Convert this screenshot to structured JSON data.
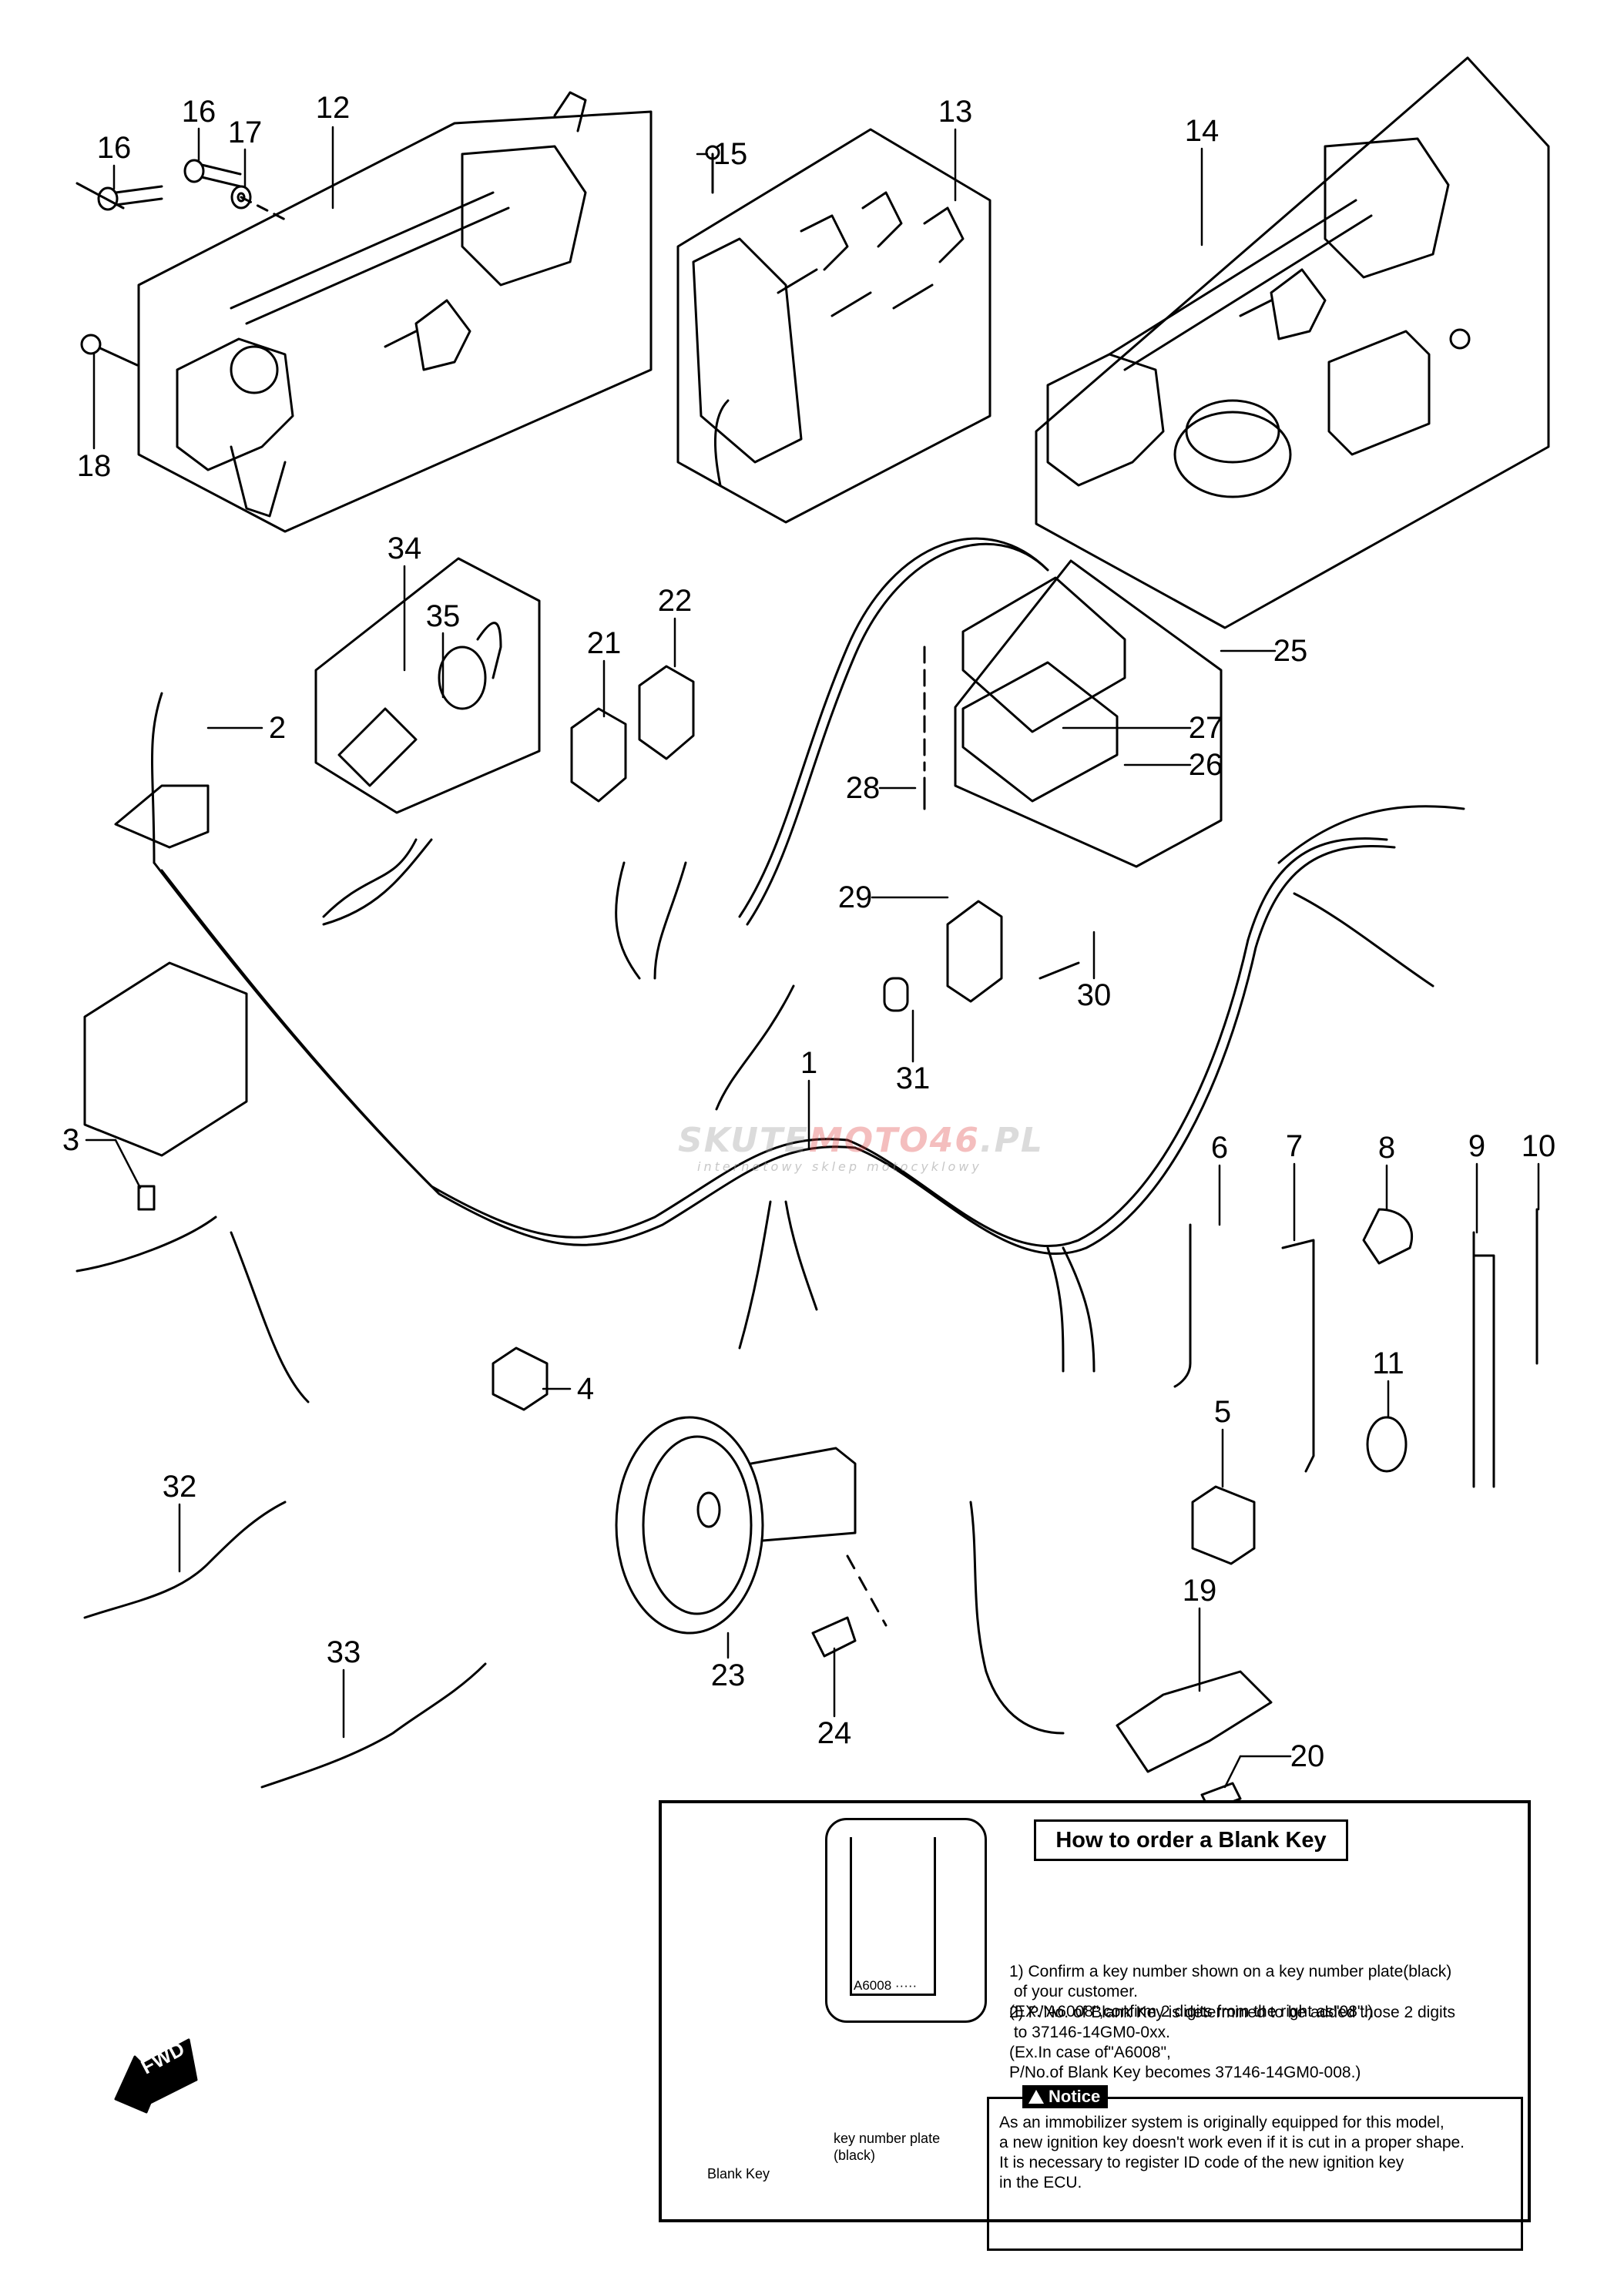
{
  "diagram": {
    "title": "Wiring harness / lock set exploded parts diagram",
    "callouts": [
      {
        "id": "1",
        "label": "1"
      },
      {
        "id": "2",
        "label": "2"
      },
      {
        "id": "3",
        "label": "3"
      },
      {
        "id": "4",
        "label": "4"
      },
      {
        "id": "5",
        "label": "5"
      },
      {
        "id": "6",
        "label": "6"
      },
      {
        "id": "7",
        "label": "7"
      },
      {
        "id": "8",
        "label": "8"
      },
      {
        "id": "9",
        "label": "9"
      },
      {
        "id": "10",
        "label": "10"
      },
      {
        "id": "11",
        "label": "11"
      },
      {
        "id": "12",
        "label": "12"
      },
      {
        "id": "13",
        "label": "13"
      },
      {
        "id": "14",
        "label": "14"
      },
      {
        "id": "15",
        "label": "15"
      },
      {
        "id": "16a",
        "label": "16"
      },
      {
        "id": "16b",
        "label": "16"
      },
      {
        "id": "17",
        "label": "17"
      },
      {
        "id": "18",
        "label": "18"
      },
      {
        "id": "19",
        "label": "19"
      },
      {
        "id": "20",
        "label": "20"
      },
      {
        "id": "21",
        "label": "21"
      },
      {
        "id": "22",
        "label": "22"
      },
      {
        "id": "23",
        "label": "23"
      },
      {
        "id": "24",
        "label": "24"
      },
      {
        "id": "25",
        "label": "25"
      },
      {
        "id": "26",
        "label": "26"
      },
      {
        "id": "27",
        "label": "27"
      },
      {
        "id": "28",
        "label": "28"
      },
      {
        "id": "29",
        "label": "29"
      },
      {
        "id": "30",
        "label": "30"
      },
      {
        "id": "31",
        "label": "31"
      },
      {
        "id": "32",
        "label": "32"
      },
      {
        "id": "33",
        "label": "33"
      },
      {
        "id": "34",
        "label": "34"
      },
      {
        "id": "35",
        "label": "35"
      }
    ],
    "direction_marker": "FWD",
    "watermark": {
      "brand_a": "SKUTE",
      "brand_b": "MOTO46",
      "brand_c": ".PL",
      "tagline": "internetowy sklep motocyklowy"
    }
  },
  "blank_key_box": {
    "title": "How to order a Blank Key",
    "plate_text": "A6008 ·····",
    "label_blank_key": "Blank Key",
    "label_key_plate": "key number plate\n(black)",
    "step1": "1) Confirm a key number shown on a key number plate(black)\n of your customer.\n(EX.\"A6008\",confirm 2 digits from the right as\"08\".)",
    "step2": "2) P/No. of Blank Key is determined to be added those 2 digits\n to 37146-14GM0-0xx.\n(Ex.In case of\"A6008\",\nP/No.of Blank Key becomes 37146-14GM0-008.)",
    "notice_label": "Notice",
    "notice_text": "As an immobilizer system is originally equipped for this model,\na new ignition key doesn't work even if it is cut in a proper shape.\nIt is necessary to register ID code of the new ignition key\nin the ECU."
  }
}
